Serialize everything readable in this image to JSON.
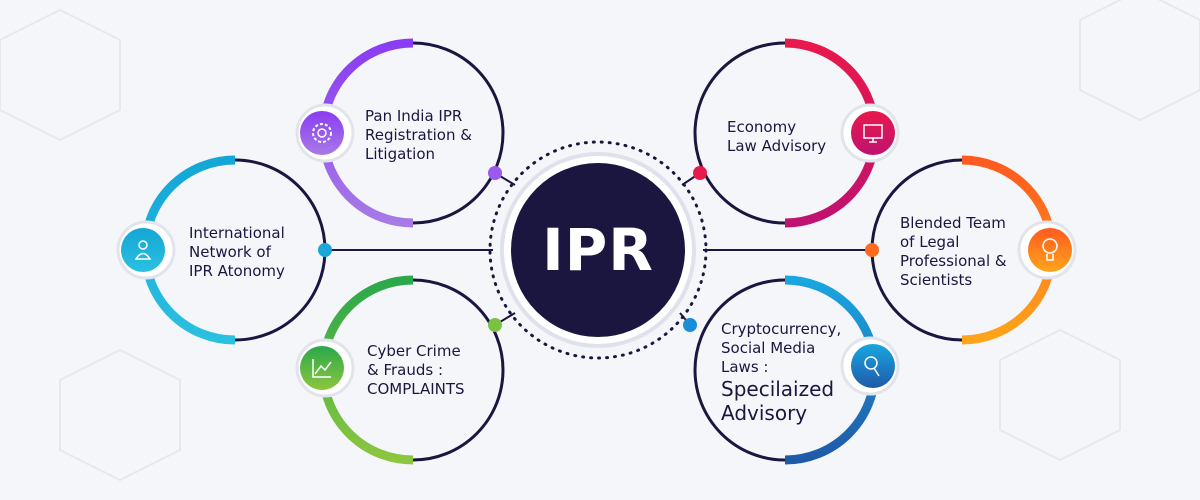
{
  "center": {
    "title": "IPR",
    "color": "#1b1640"
  },
  "nodes": [
    {
      "id": "pan-india",
      "lines": [
        "Pan India IPR",
        "Registration &",
        "Litigation"
      ],
      "icon": "gear-icon",
      "color1": "#8a3cf2",
      "color2": "#a77ae6"
    },
    {
      "id": "international",
      "lines": [
        "International",
        "Network of",
        "IPR Atonomy"
      ],
      "icon": "user-icon",
      "color1": "#14a6d6",
      "color2": "#2bc0e0"
    },
    {
      "id": "cyber",
      "lines": [
        "Cyber Crime",
        "& Frauds :"
      ],
      "emph": "COMPLAINTS",
      "icon": "chart-up-icon",
      "color1": "#2aa84a",
      "color2": "#8dc63f"
    },
    {
      "id": "economy",
      "lines": [
        "Economy",
        "Law Advisory"
      ],
      "icon": "monitor-icon",
      "color1": "#e8194c",
      "color2": "#c01270"
    },
    {
      "id": "blended",
      "lines": [
        "Blended Team",
        "of Legal",
        "Professional &",
        "Scientists"
      ],
      "icon": "lightbulb-icon",
      "color1": "#ff5a1f",
      "color2": "#ffa51b"
    },
    {
      "id": "crypto",
      "lines": [
        "Cryptocurrency,",
        "Social Media",
        "Laws :"
      ],
      "emph_lines": [
        "Specilaized",
        "Advisory"
      ],
      "icon": "search-icon",
      "color1": "#1aa6e0",
      "color2": "#1f5aa8"
    }
  ]
}
